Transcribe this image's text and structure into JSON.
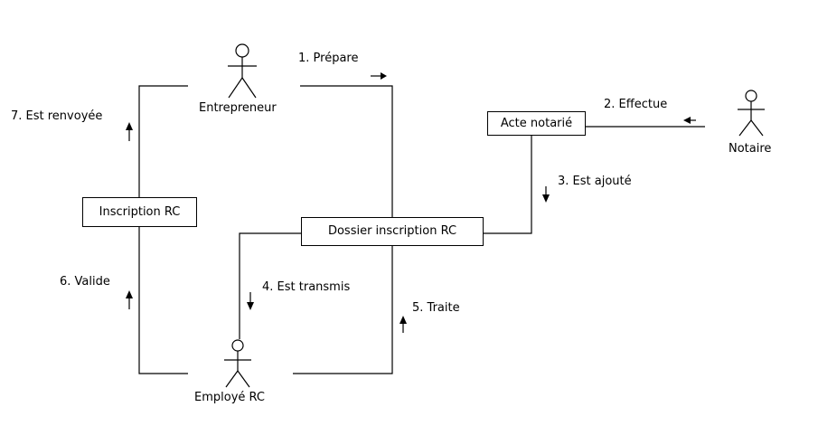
{
  "diagram": {
    "actors": {
      "entrepreneur": "Entrepreneur",
      "notaire": "Notaire",
      "employe": "Employé RC"
    },
    "objects": {
      "acte": "Acte notarié",
      "dossier": "Dossier inscription RC",
      "inscription": "Inscription RC"
    },
    "messages": {
      "m1": "1. Prépare",
      "m2": "2. Effectue",
      "m3": "3. Est ajouté",
      "m4": "4. Est transmis",
      "m5": "5. Traite",
      "m6": "6. Valide",
      "m7": "7. Est renvoyée"
    }
  }
}
